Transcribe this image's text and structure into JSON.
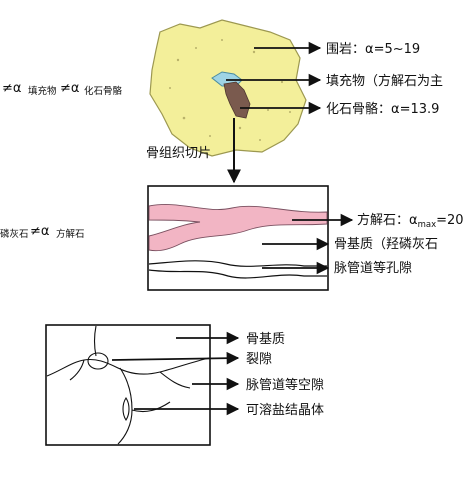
{
  "left_notes": {
    "line1": {
      "a": "≠α",
      "b": "填充物",
      "c": "≠α",
      "d": "化石骨骼"
    },
    "line2": {
      "a": "磷灰石",
      "b": "≠α",
      "c": "方解石"
    }
  },
  "rock": {
    "labels": {
      "surrounding_rock": "围岩：α=5~19",
      "filling": "填充物（方解石为主",
      "fossil_bone": "化石骨骼：α=13.9"
    }
  },
  "section_step": "骨组织切片",
  "thin_section": {
    "calcite_prefix": "方解石：α",
    "calcite_sub": "max",
    "calcite_suffix": "=20",
    "bone_matrix": "骨基质（羟磷灰石",
    "pores": "脉管道等孔隙"
  },
  "micro_sketch": {
    "labels": {
      "bone_matrix": "骨基质",
      "fracture": "裂隙",
      "vascular_space": "脉管道等空隙",
      "soluble_salt": "可溶盐结晶体"
    }
  },
  "colors": {
    "rock_fill": "#f3ef9a",
    "cavity_fill": "#9fd4e4",
    "bone_fill": "#7a5a4e",
    "calcite_vein": "#f2b5c4"
  }
}
